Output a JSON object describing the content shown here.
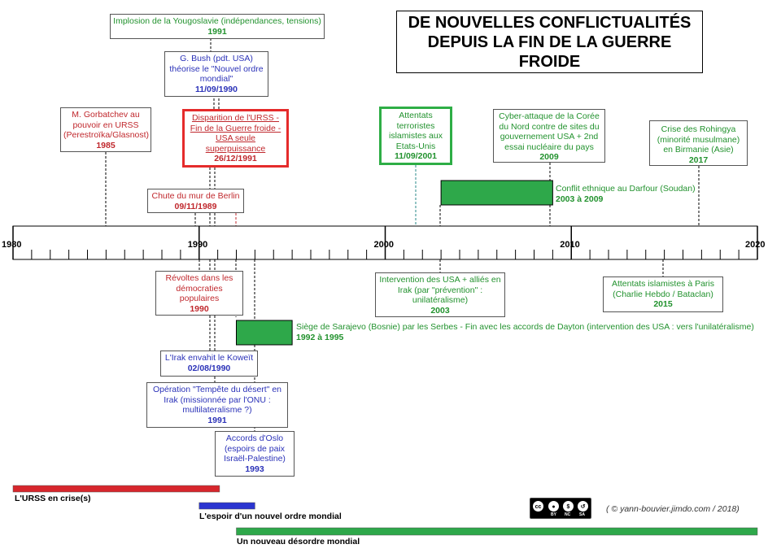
{
  "title": [
    "DE NOUVELLES CONFLICTUALITÉS",
    "DEPUIS LA FIN DE LA GUERRE",
    "FROIDE"
  ],
  "axis": {
    "start": 1980,
    "end": 2020,
    "labels": [
      "1980",
      "1990",
      "2000",
      "2010",
      "2020"
    ]
  },
  "events_top": [
    {
      "text": "Implosion de la Yougoslavie (indépendances, tensions)",
      "date": "1991",
      "color": "green"
    },
    {
      "text": "G. Bush (pdt. USA) théorise le \"Nouvel ordre mondial\"",
      "date": "11/09/1990",
      "color": "blue"
    },
    {
      "text": "M. Gorbatchev au pouvoir en URSS (Perestroïka/Glasnost)",
      "date": "1985",
      "color": "red"
    },
    {
      "text": "Disparition de l'URSS - Fin de la Guerre froide - USA seule superpuissance",
      "date": "26/12/1991",
      "color": "red"
    },
    {
      "text": "Chute du mur de Berlin",
      "date": "09/11/1989",
      "color": "red"
    },
    {
      "text": "Attentats terroristes islamistes aux Etats-Unis",
      "date": "11/09/2001",
      "color": "green"
    },
    {
      "text": "Cyber-attaque de la Corée du Nord contre de sites du gouvernement USA + 2nd essai nucléaire du pays",
      "date": "2009",
      "color": "green"
    },
    {
      "text": "Crise des Rohingya (minorité musulmane) en Birmanie (Asie)",
      "date": "2017",
      "color": "green"
    }
  ],
  "events_bottom": [
    {
      "text": "Révoltes dans les démocraties populaires",
      "date": "1990",
      "color": "red"
    },
    {
      "text": "L'Irak envahit le Koweït",
      "date": "02/08/1990",
      "color": "blue"
    },
    {
      "text": "Opération \"Tempête du désert\" en Irak (missionnée par l'ONU : multilateralisme ?)",
      "date": "1991",
      "color": "blue"
    },
    {
      "text": "Accords d'Oslo (espoirs de paix Israël-Palestine)",
      "date": "1993",
      "color": "blue"
    },
    {
      "text": "Intervention des USA + alliés en Irak (par \"prévention\" : unilatéralisme)",
      "date": "2003",
      "color": "green"
    },
    {
      "text": "Attentats islamistes à Paris (Charlie Hebdo / Bataclan)",
      "date": "2015",
      "color": "green"
    }
  ],
  "duration_bars": [
    {
      "text": "Conflit ethnique au Darfour (Soudan)",
      "date": "2003 à 2009",
      "start": 2003,
      "end": 2009
    },
    {
      "text": "Siège de Sarajevo (Bosnie) par les Serbes - Fin avec les accords de Dayton (intervention des USA : vers l'unilatéralisme)",
      "date": "1992 à 1995",
      "start": 1992,
      "end": 1995
    }
  ],
  "periods": [
    {
      "label": "L'URSS en crise(s)",
      "start": 1980,
      "end": 1991,
      "color": "#d7262c"
    },
    {
      "label": "L'espoir d'un nouvel ordre mondial",
      "start": 1990,
      "end": 1993,
      "color": "#2b35d0"
    },
    {
      "label": "Un nouveau désordre mondial",
      "start": 1992,
      "end": 2020,
      "color": "#2ea84a"
    }
  ],
  "colors": {
    "red": "#c0282d",
    "blue": "#2b32b8",
    "green": "#22922e",
    "highlight_red": "#e52b2b",
    "highlight_green": "#2eae46",
    "bar_green": "#2ea84a"
  },
  "license": {
    "badges": [
      "BY",
      "NC",
      "SA"
    ]
  },
  "credit": "( © yann-bouvier.jimdo.com / 2018)"
}
